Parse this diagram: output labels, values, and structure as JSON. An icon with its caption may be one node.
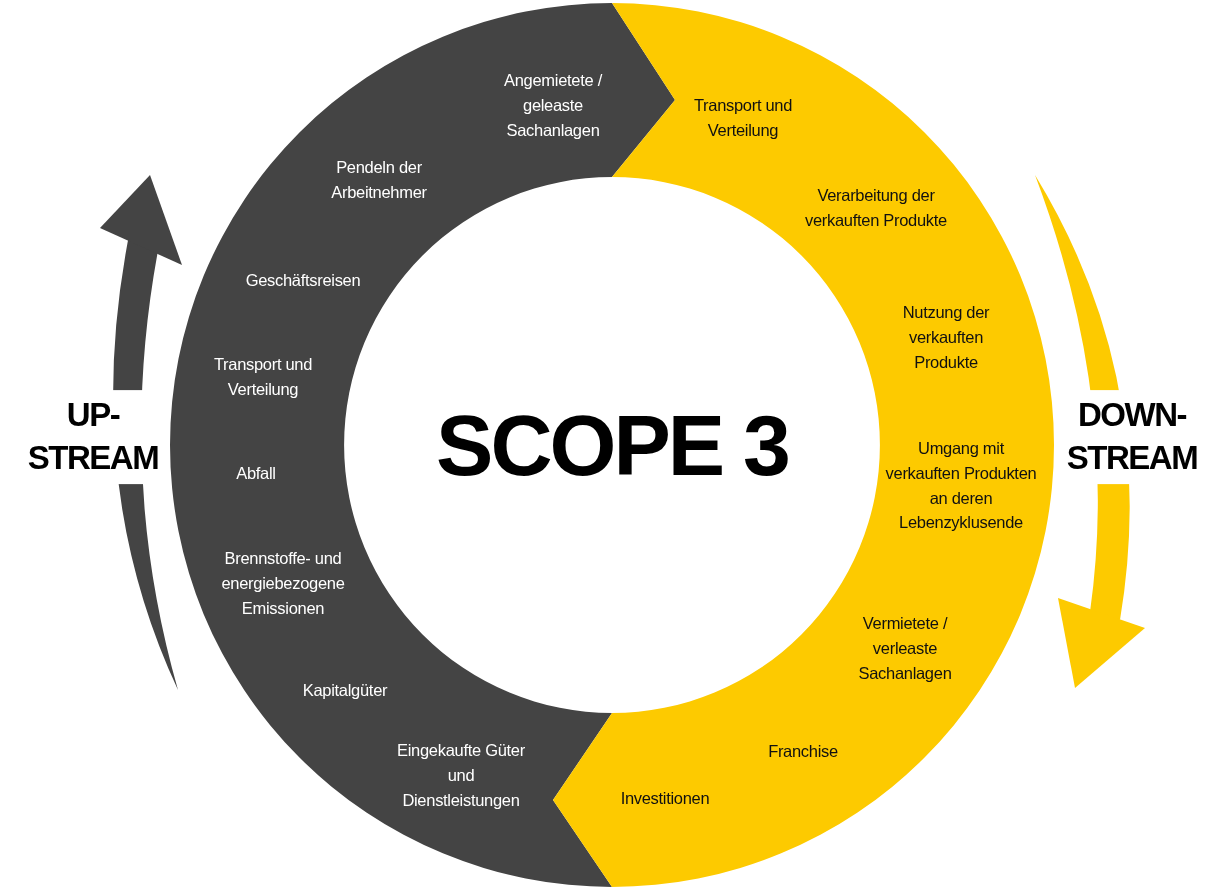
{
  "diagram": {
    "nodes": [
      {
        "text": [
          "SCOPE 3"
        ]
      },
      {
        "text": [],
        "shape": "band"
      },
      {
        "text": [
          "Angemietete / geleaste Sachanlagen"
        ],
        "in": 1
      },
      {
        "text": [
          "Pendeln der Arbeitnehmer"
        ],
        "in": 1
      },
      {
        "text": [
          "Geschäftsreisen"
        ],
        "in": 1
      },
      {
        "text": [
          "Transport und Verteilung"
        ],
        "in": 1
      },
      {
        "text": [
          "Abfall"
        ],
        "in": 1
      },
      {
        "text": [
          "Brennstoffe- und energiebezogene Emissionen"
        ],
        "in": 1
      },
      {
        "text": [
          "Kapitalgüter"
        ],
        "in": 1
      },
      {
        "text": [
          "Eingekaufte Güter und Dienstleistungen"
        ],
        "in": 1
      },
      {
        "text": [],
        "shape": "band"
      },
      {
        "text": [
          "Transport und Verteilung"
        ],
        "in": 10
      },
      {
        "text": [
          "Verarbeitung der verkauften Produkte"
        ],
        "in": 10
      },
      {
        "text": [
          "Nutzung der verkauften Produkte"
        ],
        "in": 10
      },
      {
        "text": [
          "Umgang mit verkauften Produkten an deren Lebenzyklusende"
        ],
        "in": 10
      },
      {
        "text": [
          "Vermietete / verleaste Sachanlagen"
        ],
        "in": 10
      },
      {
        "text": [
          "Franchise"
        ],
        "in": 10
      },
      {
        "text": [
          "Investitionen"
        ],
        "in": 10
      }
    ],
    "edges": [],
    "labels": [
      "UP- STREAM",
      "DOWN- STREAM"
    ]
  }
}
